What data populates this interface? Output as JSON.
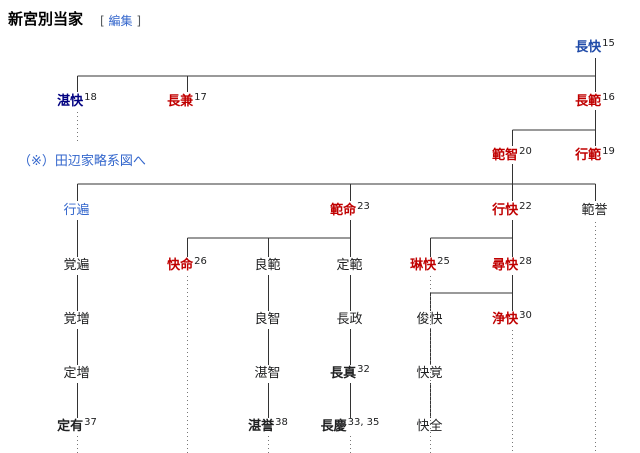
{
  "section": {
    "title": "新宮別当家",
    "edit_open": "[",
    "edit_label": "編集",
    "edit_close": "]"
  },
  "reference_link": "（※）田辺家略系図へ",
  "nodes": {
    "choukai": {
      "name": "長快",
      "num": "15"
    },
    "tankai": {
      "name": "湛快",
      "num": "18"
    },
    "chouken": {
      "name": "長兼",
      "num": "17"
    },
    "chouhan": {
      "name": "長範",
      "num": "16"
    },
    "hanchi": {
      "name": "範智",
      "num": "20"
    },
    "gyouhan": {
      "name": "行範",
      "num": "19"
    },
    "gyouhen": {
      "name": "行遍",
      "num": ""
    },
    "hanmei": {
      "name": "範命",
      "num": "23"
    },
    "gyoukai": {
      "name": "行快",
      "num": "22"
    },
    "hanyo": {
      "name": "範誉",
      "num": ""
    },
    "kakuhen": {
      "name": "覚遍",
      "num": ""
    },
    "kaimei": {
      "name": "快命",
      "num": "26"
    },
    "ryouhan": {
      "name": "良範",
      "num": ""
    },
    "teihan": {
      "name": "定範",
      "num": ""
    },
    "rinkai": {
      "name": "琳快",
      "num": "25"
    },
    "jinkai": {
      "name": "尋快",
      "num": "28"
    },
    "kakuzou": {
      "name": "覚増",
      "num": ""
    },
    "ryouchi": {
      "name": "良智",
      "num": ""
    },
    "chousei": {
      "name": "長政",
      "num": ""
    },
    "shunkai": {
      "name": "俊快",
      "num": ""
    },
    "joukai": {
      "name": "浄快",
      "num": "30"
    },
    "teizou": {
      "name": "定増",
      "num": ""
    },
    "tanchi": {
      "name": "湛智",
      "num": ""
    },
    "choushin": {
      "name": "長真",
      "num": "32"
    },
    "kaikaku": {
      "name": "快覚",
      "num": ""
    },
    "teiyuu": {
      "name": "定有",
      "num": "37"
    },
    "tanyo": {
      "name": "湛誉",
      "num": "38"
    },
    "choukei": {
      "name": "長慶",
      "num": "33, 35"
    },
    "kaizen": {
      "name": "快全",
      "num": ""
    }
  },
  "colors": {
    "line": "#333333",
    "dotted": "#777777",
    "red": "#c00000",
    "navy": "#000080",
    "blue": "#1f4aa8",
    "link": "#3366cc"
  }
}
